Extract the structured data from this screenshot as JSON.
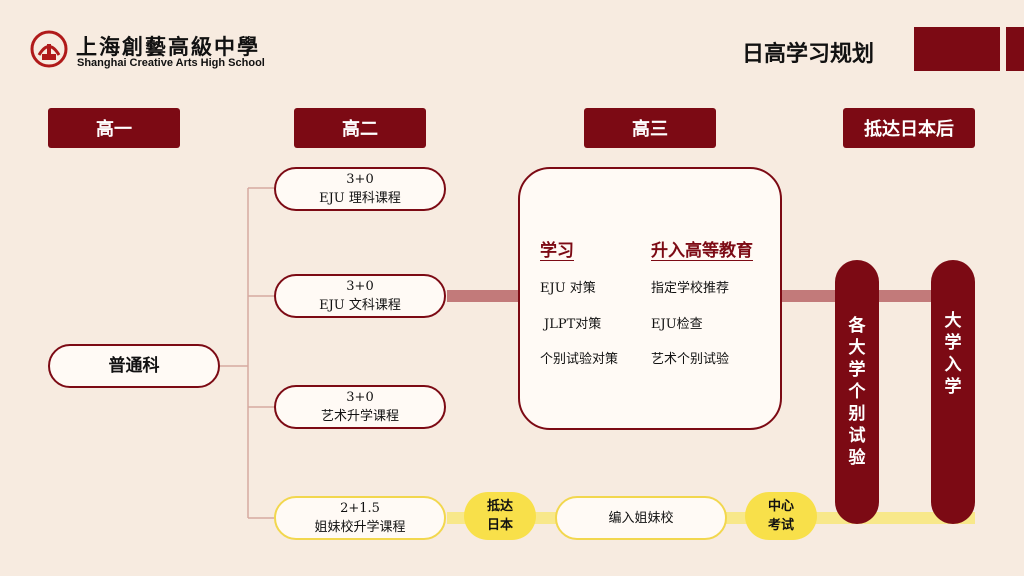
{
  "logo": {
    "cn": "上海創藝高級中學",
    "en": "Shanghai Creative Arts High School"
  },
  "page_title": "日高学习规划",
  "headers": [
    "高一",
    "高二",
    "高三",
    "抵达日本后"
  ],
  "root": "普通科",
  "branches": [
    {
      "line1": "3+0",
      "line2": "EJU 理科课程"
    },
    {
      "line1": "3+0",
      "line2": "EJU 文科课程"
    },
    {
      "line1": "3+0",
      "line2": "艺术升学课程"
    },
    {
      "line1": "2+1.5",
      "line2": "姐妹校升学课程"
    }
  ],
  "center": {
    "col1": {
      "title": "学习",
      "items": [
        "EJU 对策",
        "JLPT对策",
        "个别试验对策"
      ]
    },
    "col2": {
      "title": "升入高等教育",
      "items": [
        "指定学校推荐",
        "EJU检查",
        "艺术个别试验"
      ]
    }
  },
  "arrive": {
    "line1": "抵达",
    "line2": "日本"
  },
  "sister": "编入姐妹校",
  "center_exam": {
    "line1": "中心",
    "line2": "考试"
  },
  "vertical": {
    "exam": [
      "各",
      "大",
      "学",
      "个",
      "别",
      "试",
      "验"
    ],
    "admission": [
      "大",
      "学",
      "入",
      "学"
    ]
  },
  "colors": {
    "brand": "#7c0a14",
    "connector": "#c27a7a",
    "yellow": "#f8e04a",
    "background": "#f7ebe0"
  }
}
